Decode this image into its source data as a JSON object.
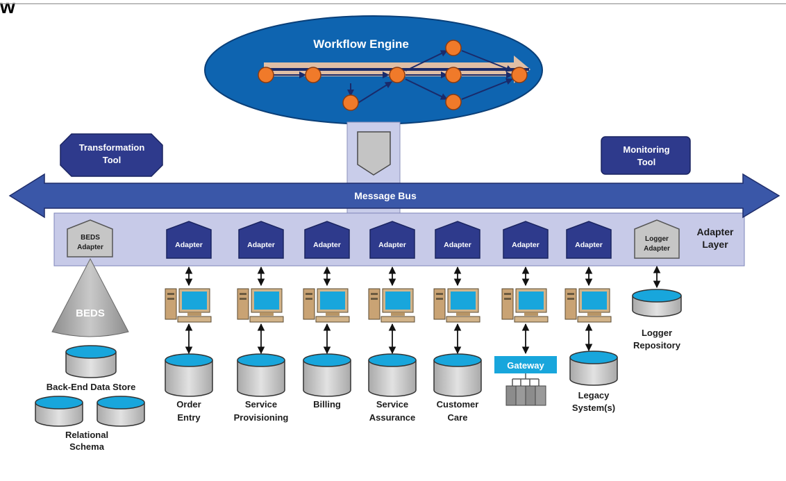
{
  "header_fragment": "w",
  "workflow_engine": {
    "label": "Workflow Engine"
  },
  "transformation_tool": {
    "line1": "Transformation",
    "line2": "Tool"
  },
  "monitoring_tool": {
    "line1": "Monitoring",
    "line2": "Tool"
  },
  "message_bus": {
    "label": "Message Bus"
  },
  "adapter_layer": {
    "line1": "Adapter",
    "line2": "Layer"
  },
  "beds_adapter": {
    "line1": "BEDS",
    "line2": "Adapter"
  },
  "logger_adapter": {
    "line1": "Logger",
    "line2": "Adapter"
  },
  "adapter_label": "Adapter",
  "beds_label": "BEDS",
  "back_end": {
    "label": "Back-End Data Store",
    "schema_line1": "Relational",
    "schema_line2": "Schema"
  },
  "gateway_label": "Gateway",
  "systems": [
    {
      "line1": "Order",
      "line2": "Entry"
    },
    {
      "line1": "Service",
      "line2": "Provisioning"
    },
    {
      "line1": "Billing",
      "line2": ""
    },
    {
      "line1": "Service",
      "line2": "Assurance"
    },
    {
      "line1": "Customer",
      "line2": "Care"
    },
    {
      "line1": "",
      "line2": ""
    },
    {
      "line1": "Legacy",
      "line2": "System(s)"
    }
  ],
  "logger_repository": {
    "line1": "Logger",
    "line2": "Repository"
  },
  "colors": {
    "navy": "#2e3a8c",
    "bus_blue": "#3a57a8",
    "engine_blue": "#0e64b0",
    "layer_fill": "#c7cae8",
    "orange": "#f07a2a",
    "cyan": "#18a6dc",
    "gray_light": "#c6c6c6",
    "gray_dark": "#6b6b6b"
  }
}
